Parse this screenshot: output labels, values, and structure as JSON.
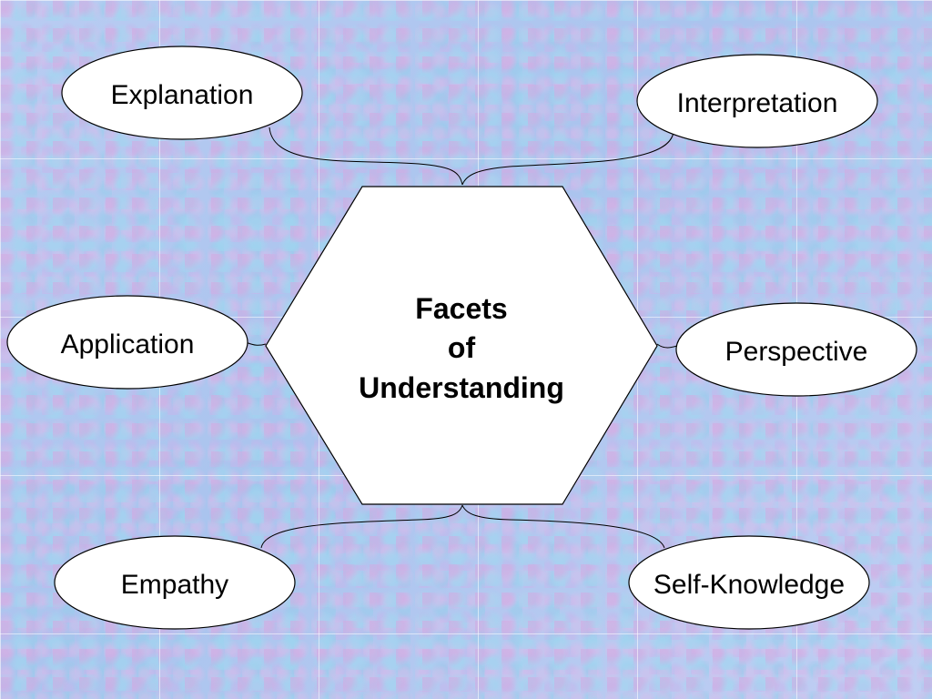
{
  "center": {
    "line1": "Facets",
    "line2": "of",
    "line3": "Understanding"
  },
  "facets": {
    "explanation": "Explanation",
    "interpretation": "Interpretation",
    "application": "Application",
    "perspective": "Perspective",
    "empathy": "Empathy",
    "self_knowledge": "Self-Knowledge"
  },
  "colors": {
    "background": "#b4c8f0",
    "shape_fill": "#ffffff",
    "outline": "#000000"
  }
}
